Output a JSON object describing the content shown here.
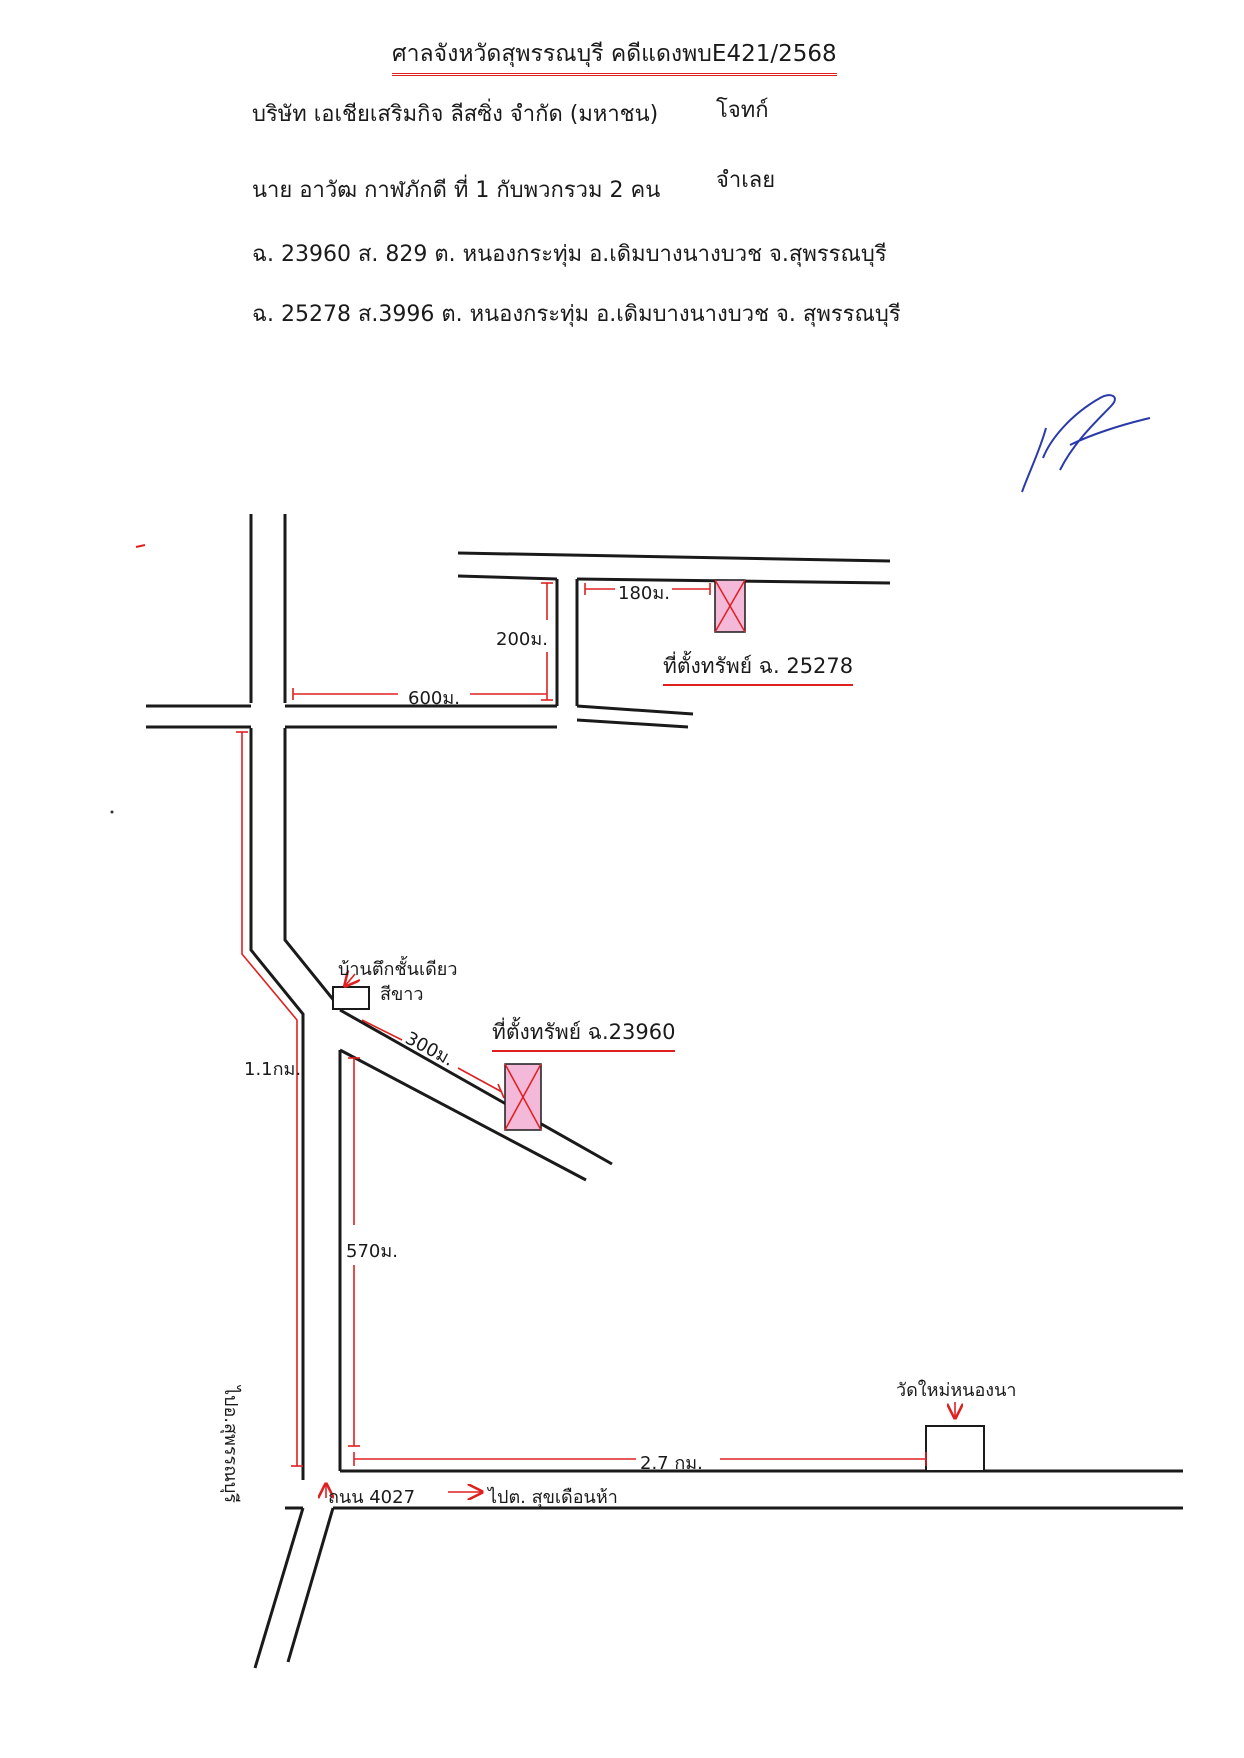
{
  "header": {
    "title": "ศาลจังหวัดสุพรรณบุรี  คดีแดงพบE421/2568",
    "plaintiff": "บริษัท เอเชียเสริมกิจ ลีสซิ่ง จำกัด (มหาชน)",
    "plaintiff_role": "โจทก์",
    "defendant": "นาย อาวัฒ  กาฬภักดี  ที่ 1 กับพวกรวม 2 คน",
    "defendant_role": "จำเลย",
    "deed_1": "ฉ. 23960  ส. 829  ต. หนองกระทุ่ม  อ.เดิมบางนางบวช จ.สุพรรณบุรี",
    "deed_2": "ฉ. 25278  ส.3996 ต. หนองกระทุ่ม   อ.เดิมบางนางบวช จ. สุพรรณบุรี"
  },
  "map": {
    "label_property_25278": "ที่ตั้งทรัพย์ ฉ. 25278",
    "label_property_23960": "ที่ตั้งทรัพย์ ฉ.23960",
    "label_house": "บ้านตึกชั้นเดียว",
    "label_house_color": "สีขาว",
    "label_temple": "วัดใหม่หนองนา",
    "road_vertical_label": "ไปอ.สุพรรณบุรี",
    "road_main_name": "ถนน 4027",
    "road_main_direction": "ไปต. สุขเดือนห้า",
    "dist_180": "180ม.",
    "dist_200": "200ม.",
    "dist_600": "600ม.",
    "dist_300": "300ม.",
    "dist_1_1": "1.1กม.",
    "dist_570": "570ม.",
    "dist_2_7": "2.7 กม."
  },
  "colors": {
    "ink": "#1a1a1a",
    "annotation_red": "#e02020",
    "property_fill": "#f4b8d8",
    "signature_blue": "#2a3aa8"
  }
}
